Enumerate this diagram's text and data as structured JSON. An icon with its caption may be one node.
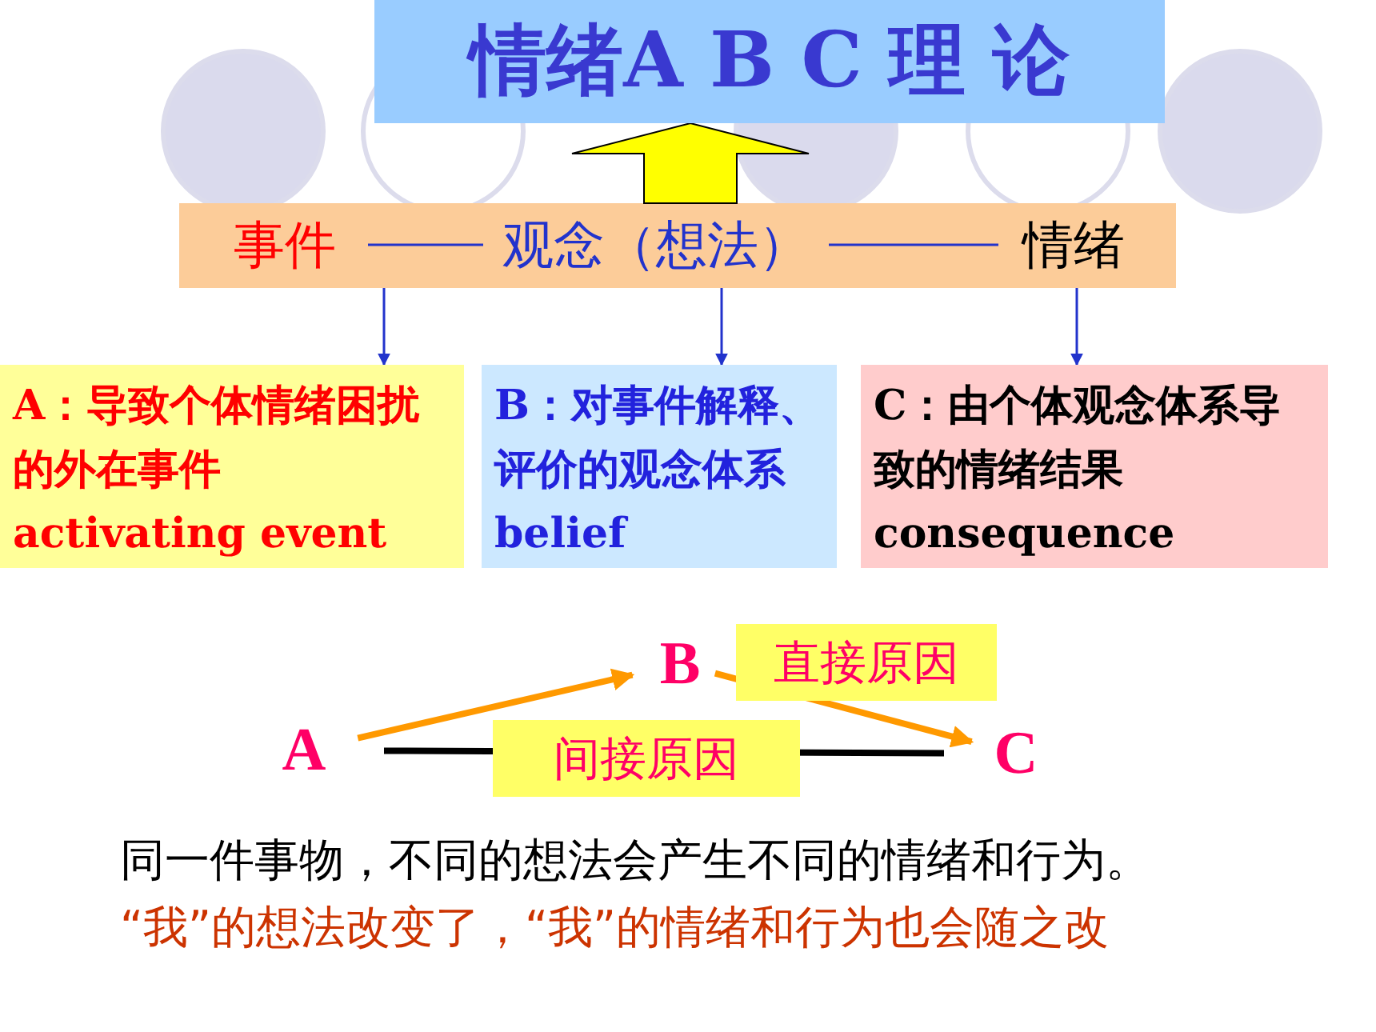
{
  "diagram": {
    "nodes": [
      {
        "text": [
          "情绪A B C 理 论"
        ]
      },
      {
        "text": [],
        "shape": "box"
      },
      {
        "text": [
          "事件"
        ],
        "in": 1
      },
      {
        "text": [
          "观念（想法）"
        ],
        "in": 1
      },
      {
        "text": [
          "情绪"
        ],
        "in": 1
      },
      {
        "text": [
          "A：导致个体情绪困扰的外在事件 activating event"
        ]
      },
      {
        "text": [
          "B：对事件解释、评价的观念体系belief"
        ]
      },
      {
        "text": [
          "C：由个体观念体系导致的情绪结果 consequence"
        ]
      },
      {
        "text": [
          "A"
        ]
      },
      {
        "text": [
          "B"
        ]
      },
      {
        "text": [
          "C"
        ]
      }
    ],
    "edges": [
      {
        "from": 1,
        "to": 0,
        "arrow": "to",
        "style": "thick",
        "color": "#ffff00"
      },
      {
        "from": 2,
        "to": 3,
        "arrow": "none"
      },
      {
        "from": 3,
        "to": 4,
        "arrow": "none"
      },
      {
        "from": 2,
        "to": 5,
        "arrow": "to"
      },
      {
        "from": 3,
        "to": 6,
        "arrow": "to"
      },
      {
        "from": 4,
        "to": 7,
        "arrow": "to"
      },
      {
        "from": 8,
        "to": 9,
        "arrow": "to",
        "style": "thick",
        "color": "#ff9900"
      },
      {
        "from": 9,
        "to": 10,
        "arrow": "to",
        "label": "直接原因",
        "style": "thick",
        "color": "#ff9900"
      },
      {
        "from": 8,
        "to": 10,
        "arrow": "none",
        "label": "间接原因",
        "style": "thick",
        "color": "#000000"
      }
    ],
    "labels": [
      "同一件事物，不同的想法会产生不同的情绪和行为。",
      "“我”的想法改变了，“我”的情绪和行为也会随之改"
    ]
  }
}
